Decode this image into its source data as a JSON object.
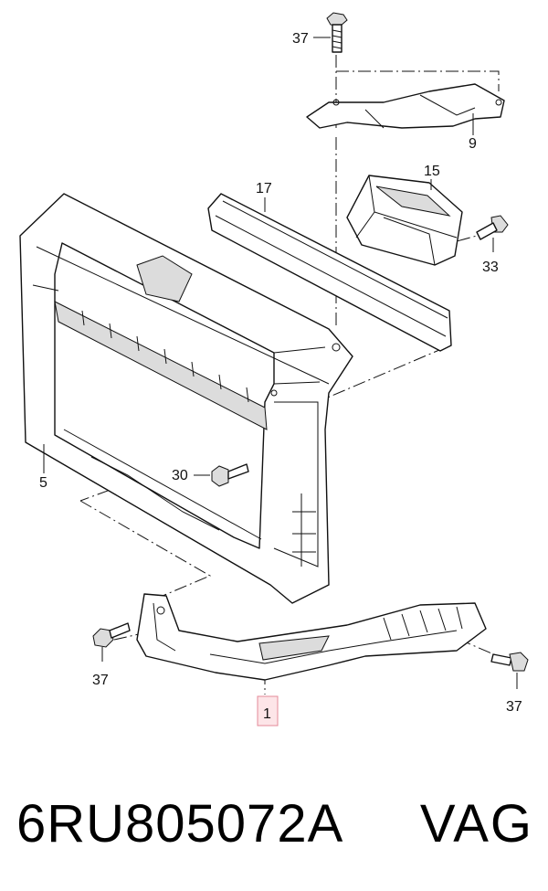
{
  "labels": {
    "l37_top": "37",
    "l9": "9",
    "l17": "17",
    "l15": "15",
    "l33": "33",
    "l5": "5",
    "l30": "30",
    "l37_left": "37",
    "l1": "1",
    "l37_right": "37"
  },
  "footer": {
    "part_number": "6RU805072A",
    "brand": "VAG"
  },
  "colors": {
    "callout_fill": "#fde5e8",
    "callout_border": "#e48a98",
    "line": "#111111"
  }
}
